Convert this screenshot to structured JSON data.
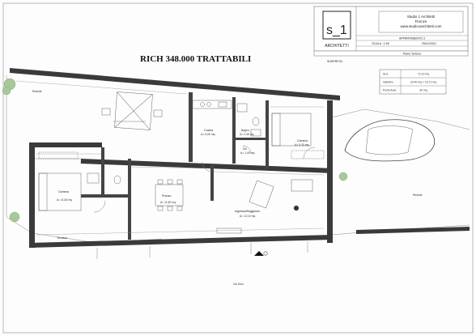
{
  "listing": {
    "price_text": "RICH 348.000 TRATTABILI"
  },
  "title_block": {
    "logo_mark": "s_1",
    "logo_word": "ARCHITETTI",
    "studio_name": "Studio 1 Architetti",
    "studio_city": "Firenze",
    "studio_web": "www.studio1architetti.com",
    "project": "APPARTAMENTO 3",
    "scale": "SCALA : 1:50",
    "date": "25/01/2021",
    "floor": "Piano Terreno"
  },
  "surfaces": {
    "heading": "SUPERFICI",
    "rows": [
      {
        "label": "SUL",
        "value": "72.10 mq"
      },
      {
        "label": "Giardino",
        "value": "23,40 mq + 15,71 mq"
      },
      {
        "label": "Posto Auto",
        "value": "30 mq"
      }
    ]
  },
  "rooms": {
    "cucina": {
      "name": "Cucina",
      "area": "A= 5,60 mq"
    },
    "bagno": {
      "name": "Bagno",
      "area": "A= 2,45 mq"
    },
    "dis": {
      "name": "Dis",
      "area": "A= 1,40 mq"
    },
    "camera": {
      "name": "Camera",
      "area": "A= 9,30 mq"
    },
    "camera2": {
      "name": "Camera",
      "area": "A= 11,60 mq"
    },
    "pranzo": {
      "name": "Pranzo",
      "area": "A= 11,60 mq"
    },
    "ingresso": {
      "name": "Ingresso/Soggiorno",
      "area": "A= 12,10 mq"
    },
    "resede_left": {
      "name": "Resede"
    },
    "resede_right": {
      "name": "Resede"
    },
    "terrace": {
      "name": "Terrazza"
    },
    "street": {
      "name": "Via Doni"
    }
  },
  "colors": {
    "wall": "#3a3a3a",
    "line": "#555555",
    "accent": "#c0392b"
  },
  "icons": [
    "car-icon",
    "tree-icon",
    "north-arrow-icon"
  ]
}
